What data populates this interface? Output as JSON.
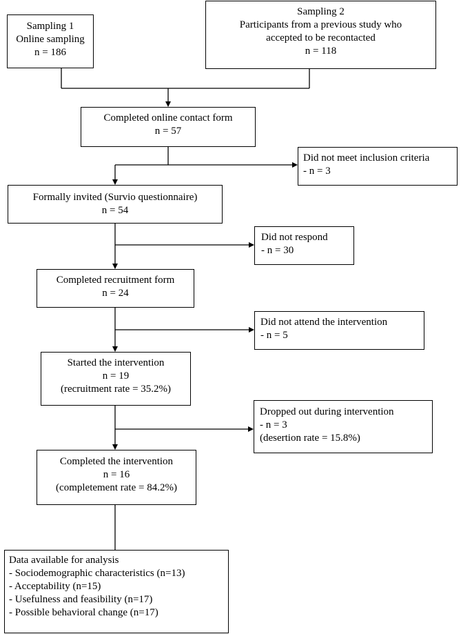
{
  "flowchart": {
    "sampling1": {
      "lines": [
        "Sampling 1",
        "Online  sampling",
        "n = 186"
      ]
    },
    "sampling2": {
      "lines": [
        "Sampling 2",
        "Participants  from a previous  study  who",
        "accepted to be recontacted",
        "n = 118"
      ]
    },
    "contact_form": {
      "lines": [
        "Completed  online  contact form",
        "n = 57"
      ]
    },
    "inclusion": {
      "lines": [
        "Did not meet inclusion  criteria",
        "- n = 3"
      ]
    },
    "invited": {
      "lines": [
        "Formally  invited  (Survio  questionnaire)",
        "n = 54"
      ]
    },
    "no_respond": {
      "lines": [
        "Did not respond",
        "- n = 30"
      ]
    },
    "recruitment": {
      "lines": [
        "Completed  recruitment form",
        "n = 24"
      ]
    },
    "no_attend": {
      "lines": [
        "Did not attend the intervention",
        "- n = 5"
      ]
    },
    "started": {
      "lines": [
        "Started  the intervention",
        "n = 19",
        "(recruitment rate = 35.2%)"
      ]
    },
    "dropped": {
      "lines": [
        "Dropped out during  intervention",
        "- n = 3",
        "(desertion rate = 15.8%)"
      ]
    },
    "completed": {
      "lines": [
        "Completed  the intervention",
        "n = 16",
        "(completement  rate = 84.2%)"
      ]
    },
    "analysis": {
      "lines": [
        "Data available for  analysis",
        "- Sociodemographic  characteristics  (n=13)",
        "- Acceptability  (n=15)",
        "- Usefulness and feasibility  (n=17)",
        "- Possible behavioral  change (n=17)"
      ]
    }
  },
  "colors": {
    "line": "#000000",
    "box_border": "#000000",
    "background": "#ffffff"
  }
}
